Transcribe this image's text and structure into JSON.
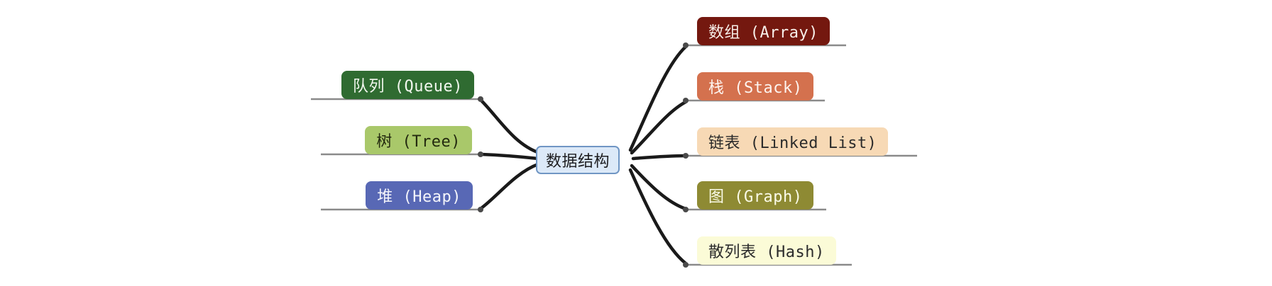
{
  "mindmap": {
    "root": {
      "label": "数据结构",
      "bg": "#dce9f8",
      "border": "#7096c4",
      "text_color": "#1d1d1f"
    },
    "left_topics": [
      {
        "label": "队列 (Queue)",
        "bg": "#2f6b31",
        "text_color": "#f2f7ef"
      },
      {
        "label": "树 (Tree)",
        "bg": "#a9c86a",
        "text_color": "#23290f"
      },
      {
        "label": "堆 (Heap)",
        "bg": "#5868b5",
        "text_color": "#f4f5fb"
      }
    ],
    "right_topics": [
      {
        "label": "数组 (Array)",
        "bg": "#74180f",
        "text_color": "#f7efe9"
      },
      {
        "label": "栈 (Stack)",
        "bg": "#d4714e",
        "text_color": "#fdf4ef"
      },
      {
        "label": "链表 (Linked List)",
        "bg": "#f7d9b5",
        "text_color": "#2b2b2b"
      },
      {
        "label": "图 (Graph)",
        "bg": "#8e8a33",
        "text_color": "#fbfbe8"
      },
      {
        "label": "散列表 (Hash)",
        "bg": "#fbfbd7",
        "text_color": "#2b2b2b"
      }
    ],
    "line_color": "#1a1a1a",
    "underline_color": "#8a8a8a",
    "dot_color": "#4a4a4a"
  }
}
